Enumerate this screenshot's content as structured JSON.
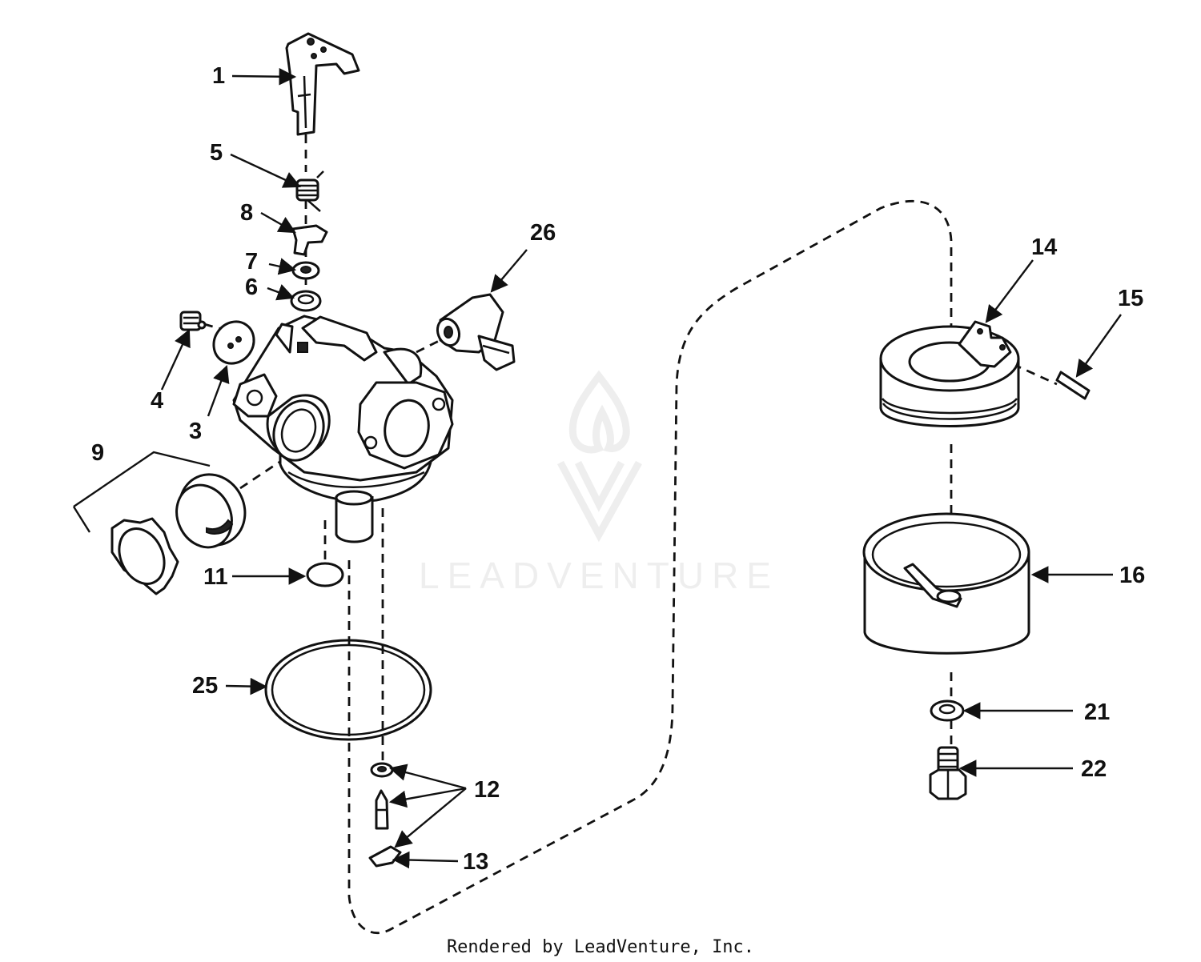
{
  "watermark": {
    "text": "LEADVENTURE"
  },
  "footer": {
    "credit": "Rendered by LeadVenture, Inc."
  },
  "callouts": {
    "c1": "1",
    "c3": "3",
    "c4": "4",
    "c5": "5",
    "c6": "6",
    "c7": "7",
    "c8": "8",
    "c9": "9",
    "c11": "11",
    "c12": "12",
    "c13": "13",
    "c14": "14",
    "c15": "15",
    "c16": "16",
    "c21": "21",
    "c22": "22",
    "c25": "25",
    "c26": "26"
  },
  "colors": {
    "ink": "#111111",
    "watermark": "#eeeeee",
    "background": "#ffffff"
  }
}
